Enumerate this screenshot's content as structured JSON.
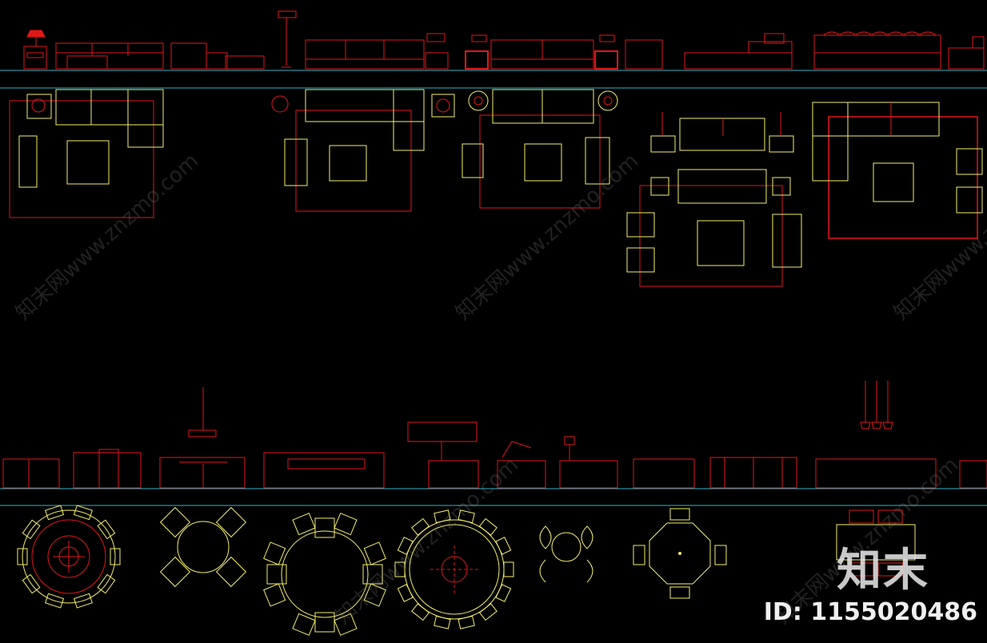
{
  "watermark": {
    "text": "知末网www.znzmo.com",
    "logo_text": "知末",
    "id_text": "ID: 1155020486"
  },
  "colors": {
    "background": "#000000",
    "guide_line": "#33b4c8",
    "red": "#e01818",
    "yellow": "#f4f06a",
    "white": "#e8e8e8"
  }
}
